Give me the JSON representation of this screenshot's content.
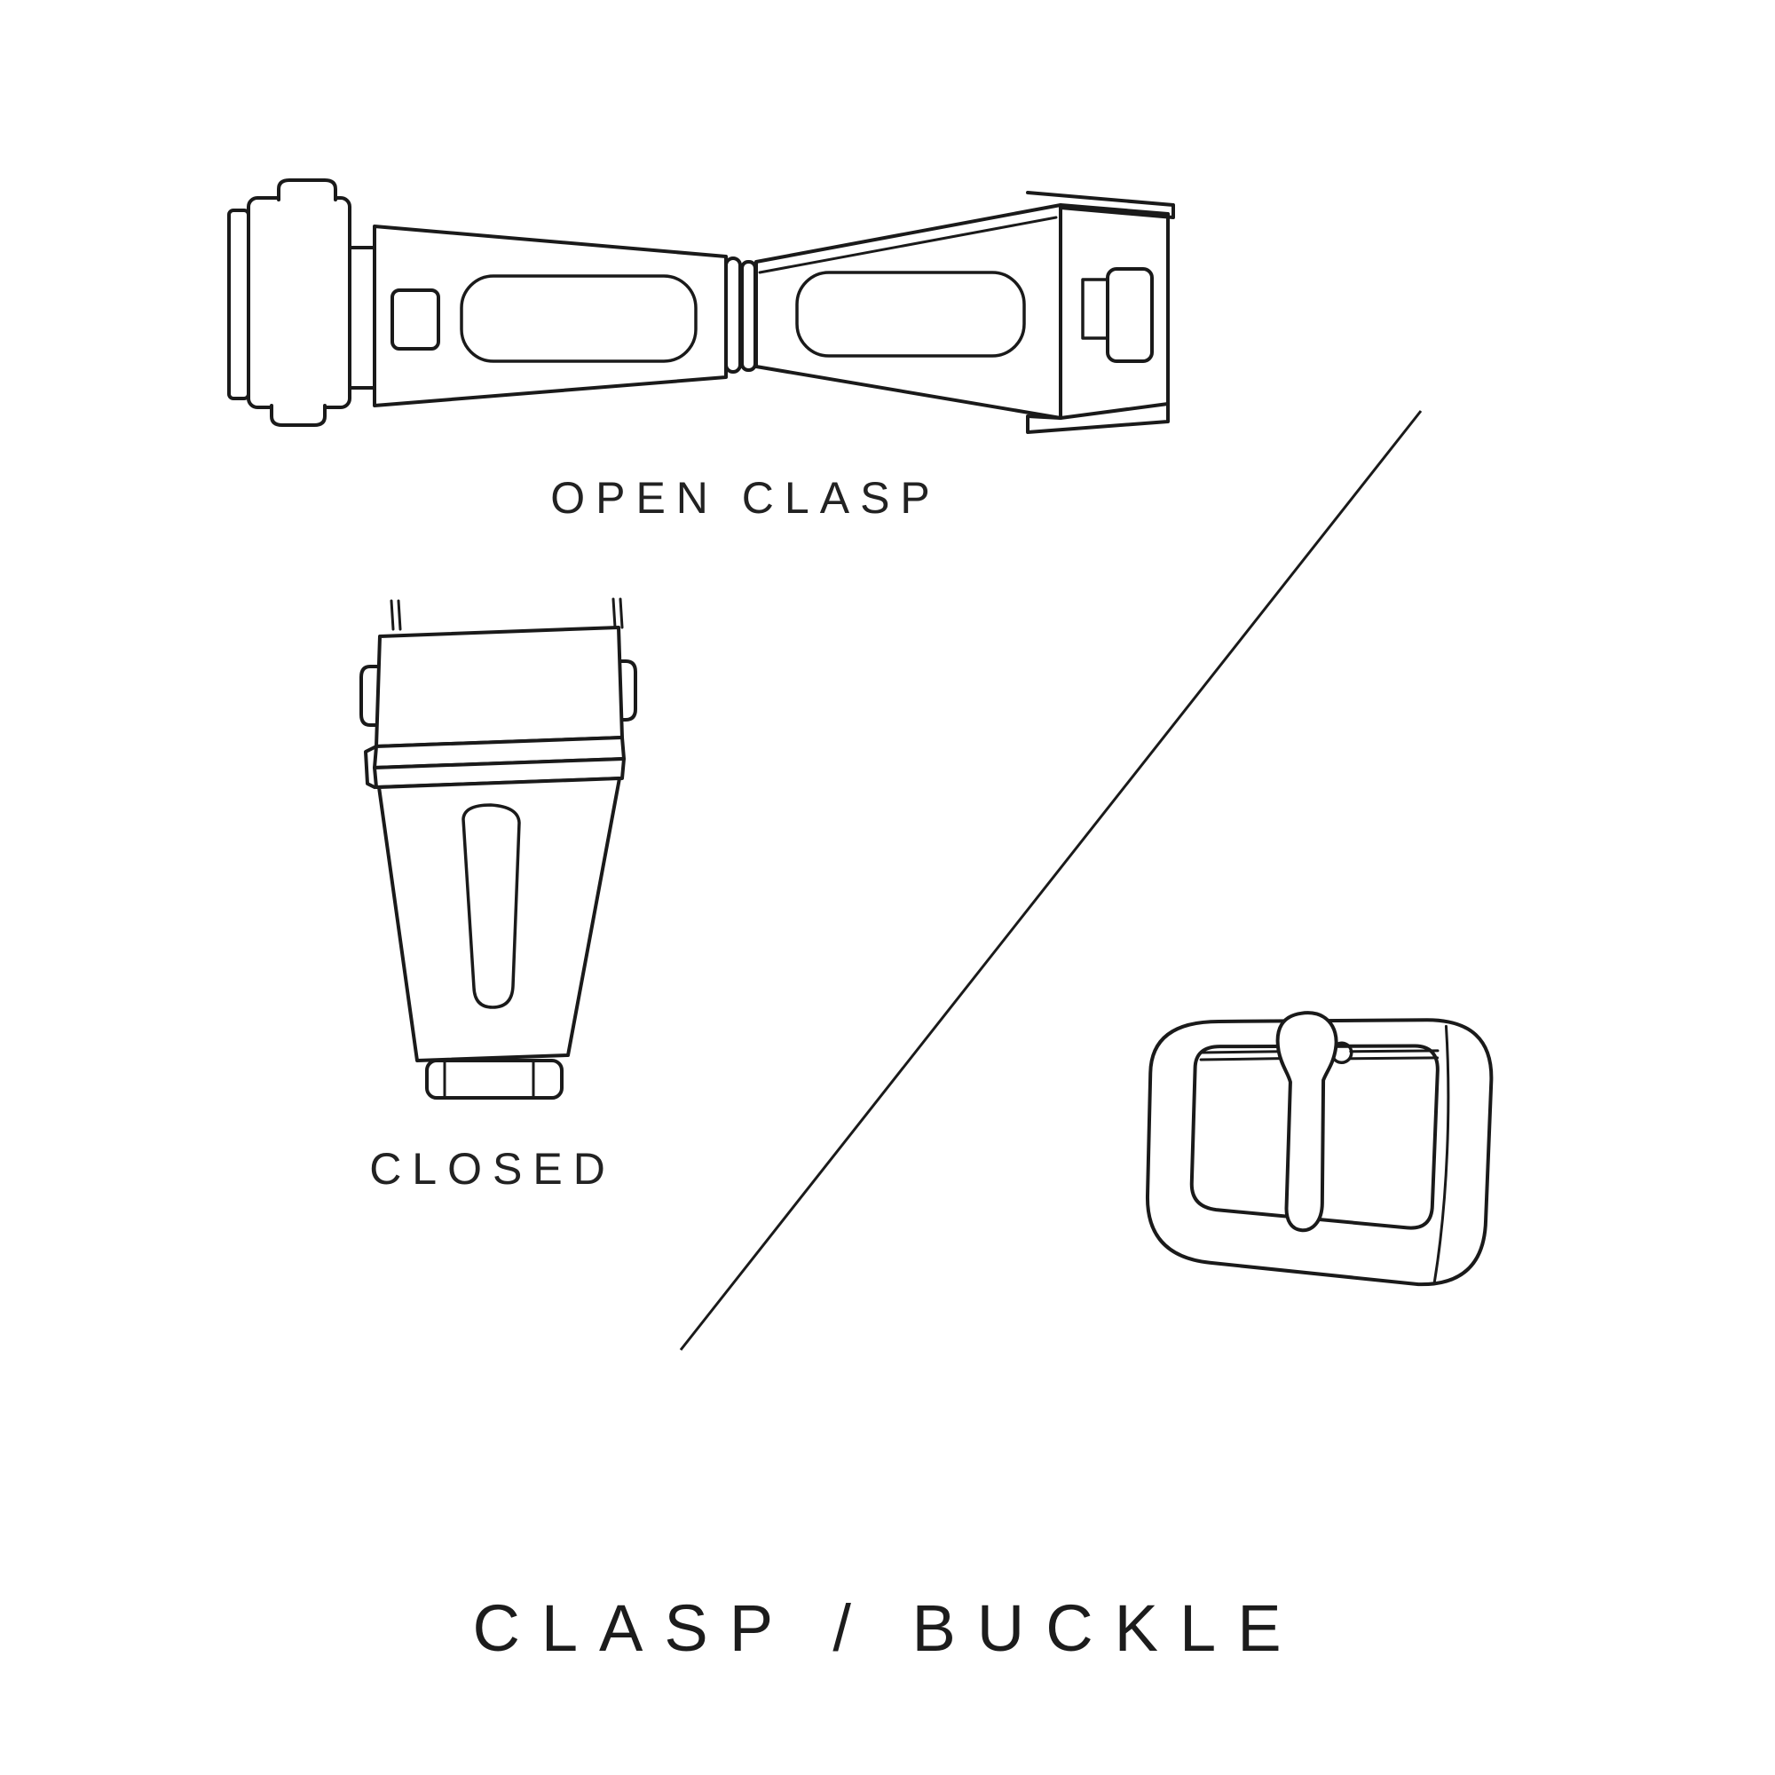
{
  "page": {
    "background_color": "#ffffff",
    "line_color": "#1a1a1a",
    "title": "CLASP / BUCKLE"
  },
  "figures": {
    "open_clasp": {
      "label": "OPEN CLASP",
      "icon": "open-clasp-illustration"
    },
    "closed_clasp": {
      "label": "CLOSED",
      "icon": "closed-clasp-illustration"
    },
    "buckle": {
      "icon": "buckle-illustration"
    }
  },
  "divider": {
    "icon": "diagonal-divider-line"
  }
}
